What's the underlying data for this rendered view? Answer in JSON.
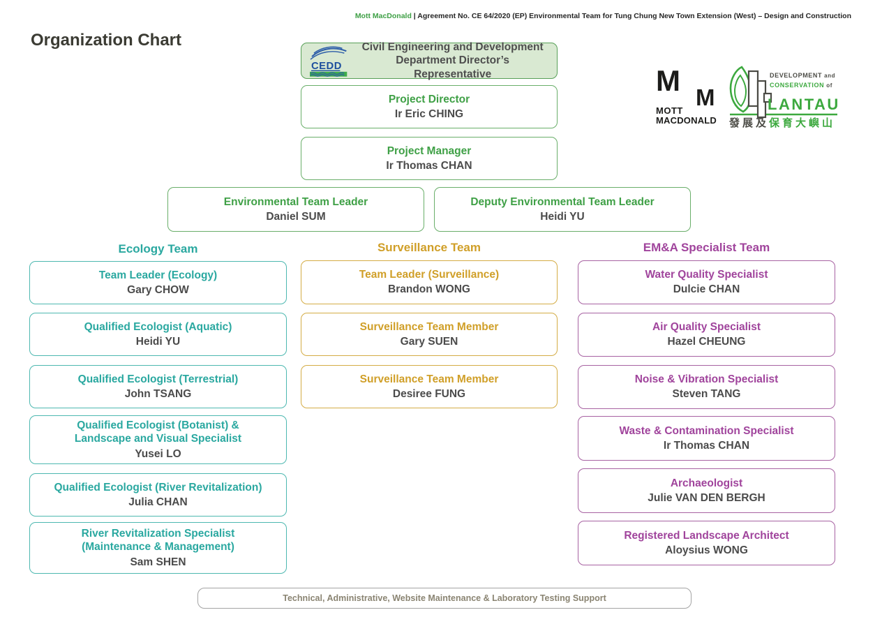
{
  "header": {
    "brand": "Mott MacDonald",
    "rest": " | Agreement No. CE 64/2020 (EP) Environmental Team for Tung Chung New Town Extension (West) – Design and Construction"
  },
  "title": "Organization Chart",
  "colors": {
    "green": "#3fa046",
    "teal": "#2aa8a0",
    "gold": "#d09f28",
    "purple": "#a0449c",
    "cedd_box_fill": "#d9e9d2",
    "name_text": "#4b4b4b"
  },
  "top_boxes": {
    "director_rep": {
      "title": "Civil Engineering and Development\nDepartment Director’s Representative"
    },
    "project_director": {
      "title": "Project Director",
      "name": "Ir Eric CHING"
    },
    "project_manager": {
      "title": "Project Manager",
      "name": "Ir Thomas CHAN"
    },
    "et_leader": {
      "title": "Environmental Team Leader",
      "name": "Daniel SUM"
    },
    "deputy_et_leader": {
      "title": "Deputy Environmental Team Leader",
      "name": "Heidi YU"
    }
  },
  "teams": {
    "ecology": {
      "header": "Ecology Team",
      "members": [
        {
          "title": "Team Leader (Ecology)",
          "name": "Gary CHOW"
        },
        {
          "title": "Qualified Ecologist (Aquatic)",
          "name": "Heidi YU"
        },
        {
          "title": "Qualified Ecologist (Terrestrial)",
          "name": "John TSANG"
        },
        {
          "title": "Qualified Ecologist (Botanist) &\nLandscape and Visual Specialist",
          "name": "Yusei LO"
        },
        {
          "title": "Qualified Ecologist (River Revitalization)",
          "name": "Julia CHAN"
        },
        {
          "title": "River Revitalization Specialist\n(Maintenance & Management)",
          "name": "Sam SHEN"
        }
      ]
    },
    "surveillance": {
      "header": "Surveillance Team",
      "members": [
        {
          "title": "Team Leader (Surveillance)",
          "name": "Brandon WONG"
        },
        {
          "title": "Surveillance Team Member",
          "name": "Gary SUEN"
        },
        {
          "title": "Surveillance Team Member",
          "name": "Desiree FUNG"
        }
      ]
    },
    "ema": {
      "header": "EM&A Specialist Team",
      "members": [
        {
          "title": "Water Quality Specialist",
          "name": "Dulcie CHAN"
        },
        {
          "title": "Air Quality Specialist",
          "name": "Hazel CHEUNG"
        },
        {
          "title": "Noise & Vibration Specialist",
          "name": "Steven TANG"
        },
        {
          "title": "Waste & Contamination Specialist",
          "name": "Ir Thomas CHAN"
        },
        {
          "title": "Archaeologist",
          "name": "Julie VAN DEN BERGH"
        },
        {
          "title": "Registered Landscape Architect",
          "name": "Aloysius WONG"
        }
      ]
    }
  },
  "footer": {
    "support": "Technical, Administrative, Website Maintenance & Laboratory Testing Support"
  },
  "logos": {
    "cedd": {
      "label": "CEDD"
    },
    "mott": {
      "m_large": "M",
      "m_small": "M",
      "word1": "MOTT",
      "word2": "MACDONALD"
    },
    "lantau": {
      "line1_caps": "DEVELOPMENT",
      "line1_small": "and",
      "line2_caps": "CONSERVATION",
      "line2_small": "of",
      "line3": "LANTAU",
      "chinese_dark": "發展及",
      "chinese_green": "保育大嶼山"
    }
  }
}
